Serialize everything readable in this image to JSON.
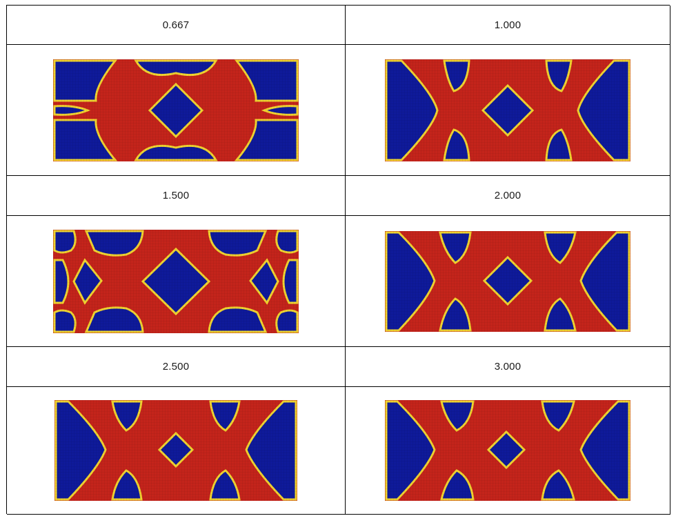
{
  "table": {
    "rows": [
      {
        "left": "0.667",
        "right": "1.000"
      },
      {
        "left": "1.500",
        "right": "2.000"
      },
      {
        "left": "2.500",
        "right": "3.000"
      }
    ]
  },
  "colors": {
    "void": "#0f1a9a",
    "solid": "#c4241b",
    "edge_mid": "#f0d430",
    "edge_teal": "#4fd8c8",
    "edge_orange": "#f2a23a",
    "grid_line": "#2a1d6a"
  },
  "designs": [
    {
      "label_ref": "0.667",
      "holes": "corner-and-center-diamond"
    },
    {
      "label_ref": "1.000",
      "holes": "x-brace-center-diamond"
    },
    {
      "label_ref": "1.500",
      "holes": "double-x-brace"
    },
    {
      "label_ref": "2.000",
      "holes": "x-brace-center-diamond"
    },
    {
      "label_ref": "2.500",
      "holes": "x-brace-small-diamond"
    },
    {
      "label_ref": "3.000",
      "holes": "x-brace-small-diamond"
    }
  ]
}
